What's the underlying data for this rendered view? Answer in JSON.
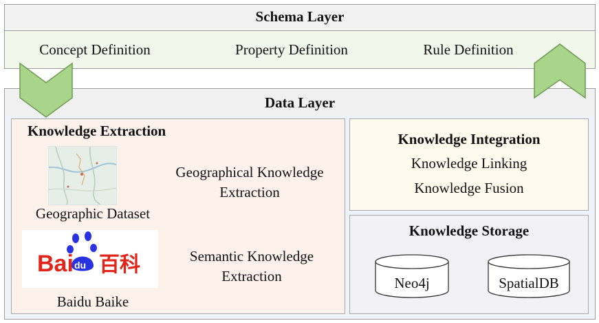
{
  "schema_layer": {
    "title": "Schema Layer",
    "items": [
      "Concept Definition",
      "Property Definition",
      "Rule Definition"
    ]
  },
  "data_layer": {
    "title": "Data Layer",
    "knowledge_extraction": {
      "title": "Knowledge Extraction",
      "sources": [
        {
          "label": "Geographic Dataset",
          "process": [
            "Geographical Knowledge",
            "Extraction"
          ]
        },
        {
          "label": "Baidu Baike",
          "process": [
            "Semantic Knowledge",
            "Extraction"
          ]
        }
      ],
      "baidu_logo": {
        "text_red": "Bai",
        "text_du": "du",
        "text_cn": "百科"
      }
    },
    "knowledge_integration": {
      "title": "Knowledge Integration",
      "items": [
        "Knowledge Linking",
        "Knowledge Fusion"
      ]
    },
    "knowledge_storage": {
      "title": "Knowledge Storage",
      "databases": [
        "Neo4j",
        "SpatialDB"
      ]
    }
  },
  "colors": {
    "arrow_fill": "#a9d58a",
    "arrow_stroke": "#6f9a55",
    "baidu_red": "#e1251b",
    "baidu_blue": "#2932e1"
  }
}
